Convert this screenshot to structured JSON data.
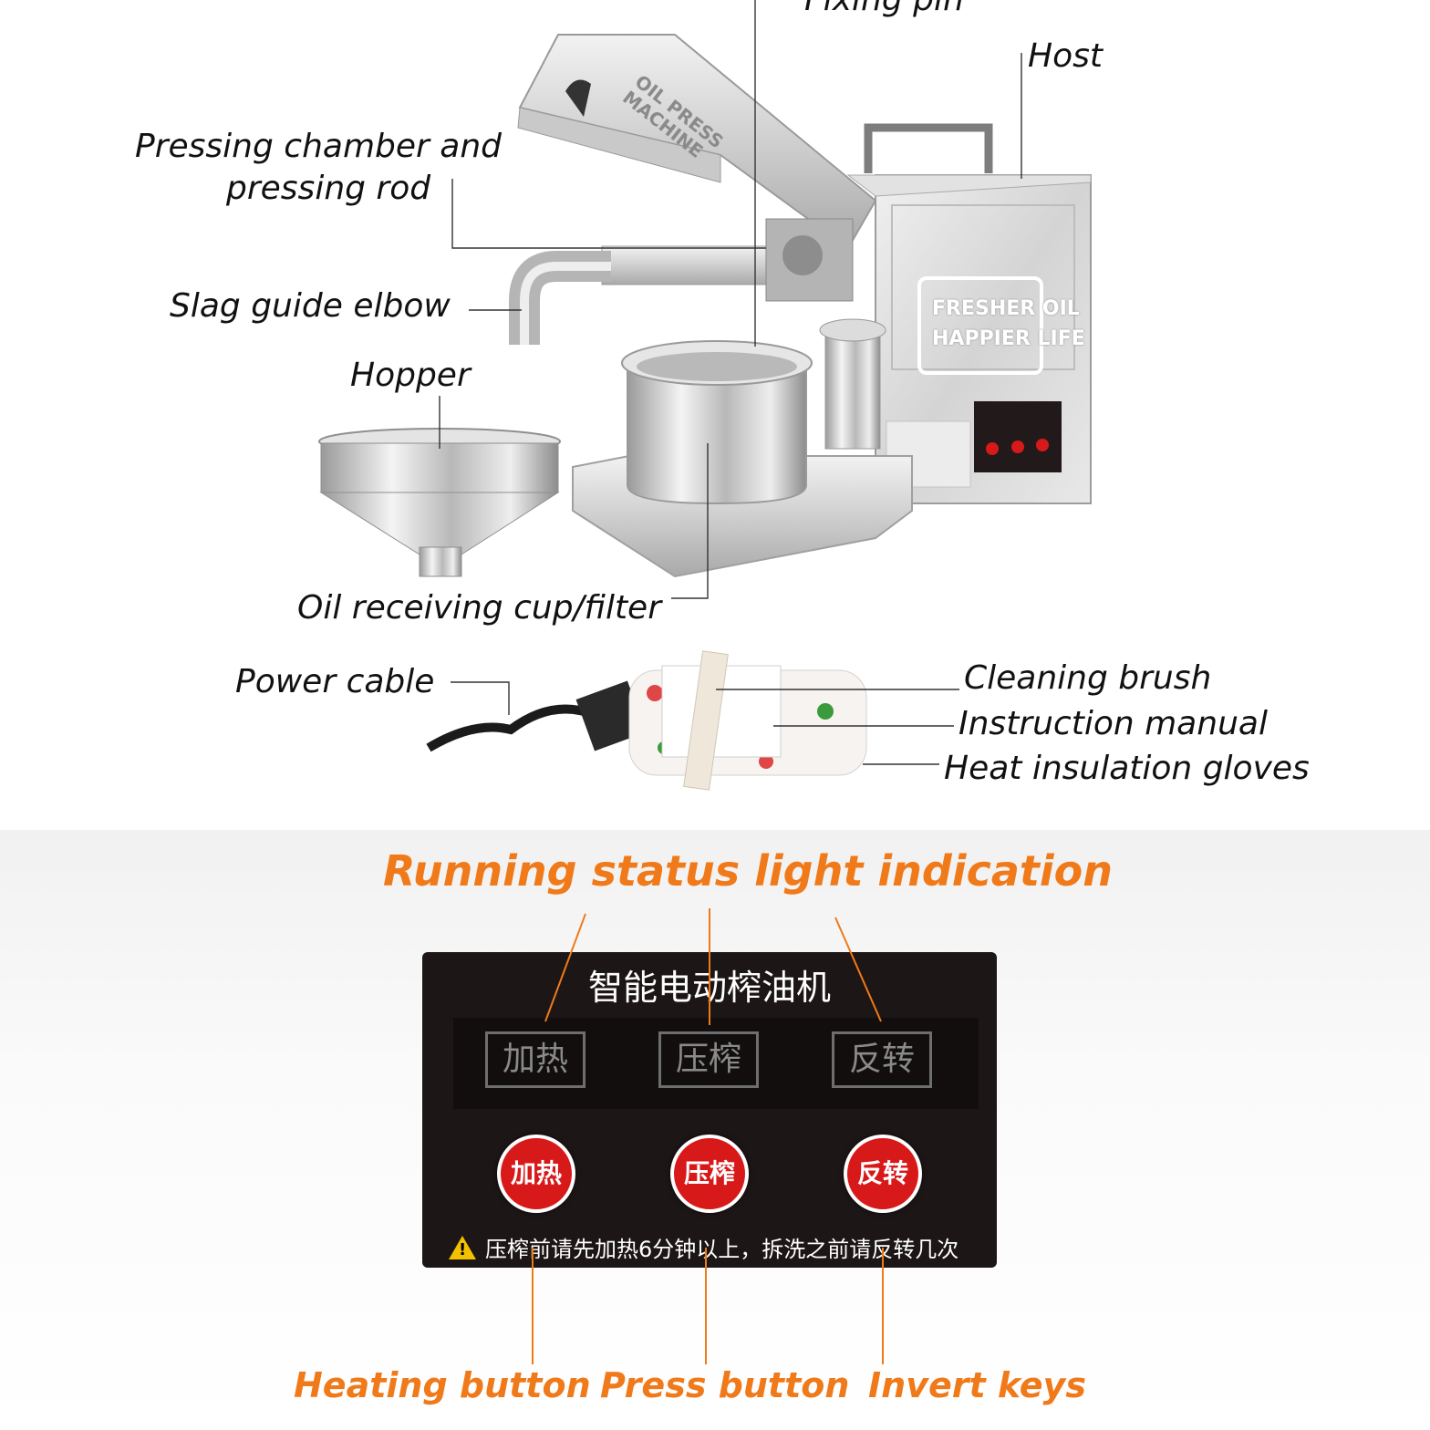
{
  "parts": {
    "fixing_pin": "Fixing pin",
    "host": "Host",
    "pressing_chamber_line1": "Pressing chamber and",
    "pressing_chamber_line2": "pressing rod",
    "slag_guide_elbow": "Slag guide elbow",
    "hopper": "Hopper",
    "oil_cup": "Oil receiving cup/filter",
    "power_cable": "Power cable",
    "cleaning_brush": "Cleaning brush",
    "instruction_manual": "Instruction manual",
    "gloves": "Heat insulation gloves"
  },
  "machine": {
    "lid_text_line1": "OIL PRESS",
    "lid_text_line2": "MACHINE",
    "slogan_line1": "FRESHER OIL",
    "slogan_line2": "HAPPIER LIFE"
  },
  "status_section": {
    "title": "Running status light indication",
    "panel_title": "智能电动榨油机",
    "indicators": [
      "加热",
      "压榨",
      "反转"
    ],
    "buttons": [
      "加热",
      "压榨",
      "反转"
    ],
    "warning_symbol": "!",
    "warning": "压榨前请先加热6分钟以上，拆洗之前请反转几次",
    "button_labels": {
      "heating": "Heating button",
      "press": "Press button",
      "invert": "Invert keys"
    }
  },
  "colors": {
    "accent_orange": "#f07a1a",
    "button_red": "#d8191a",
    "panel_dark": "#1d1616"
  }
}
